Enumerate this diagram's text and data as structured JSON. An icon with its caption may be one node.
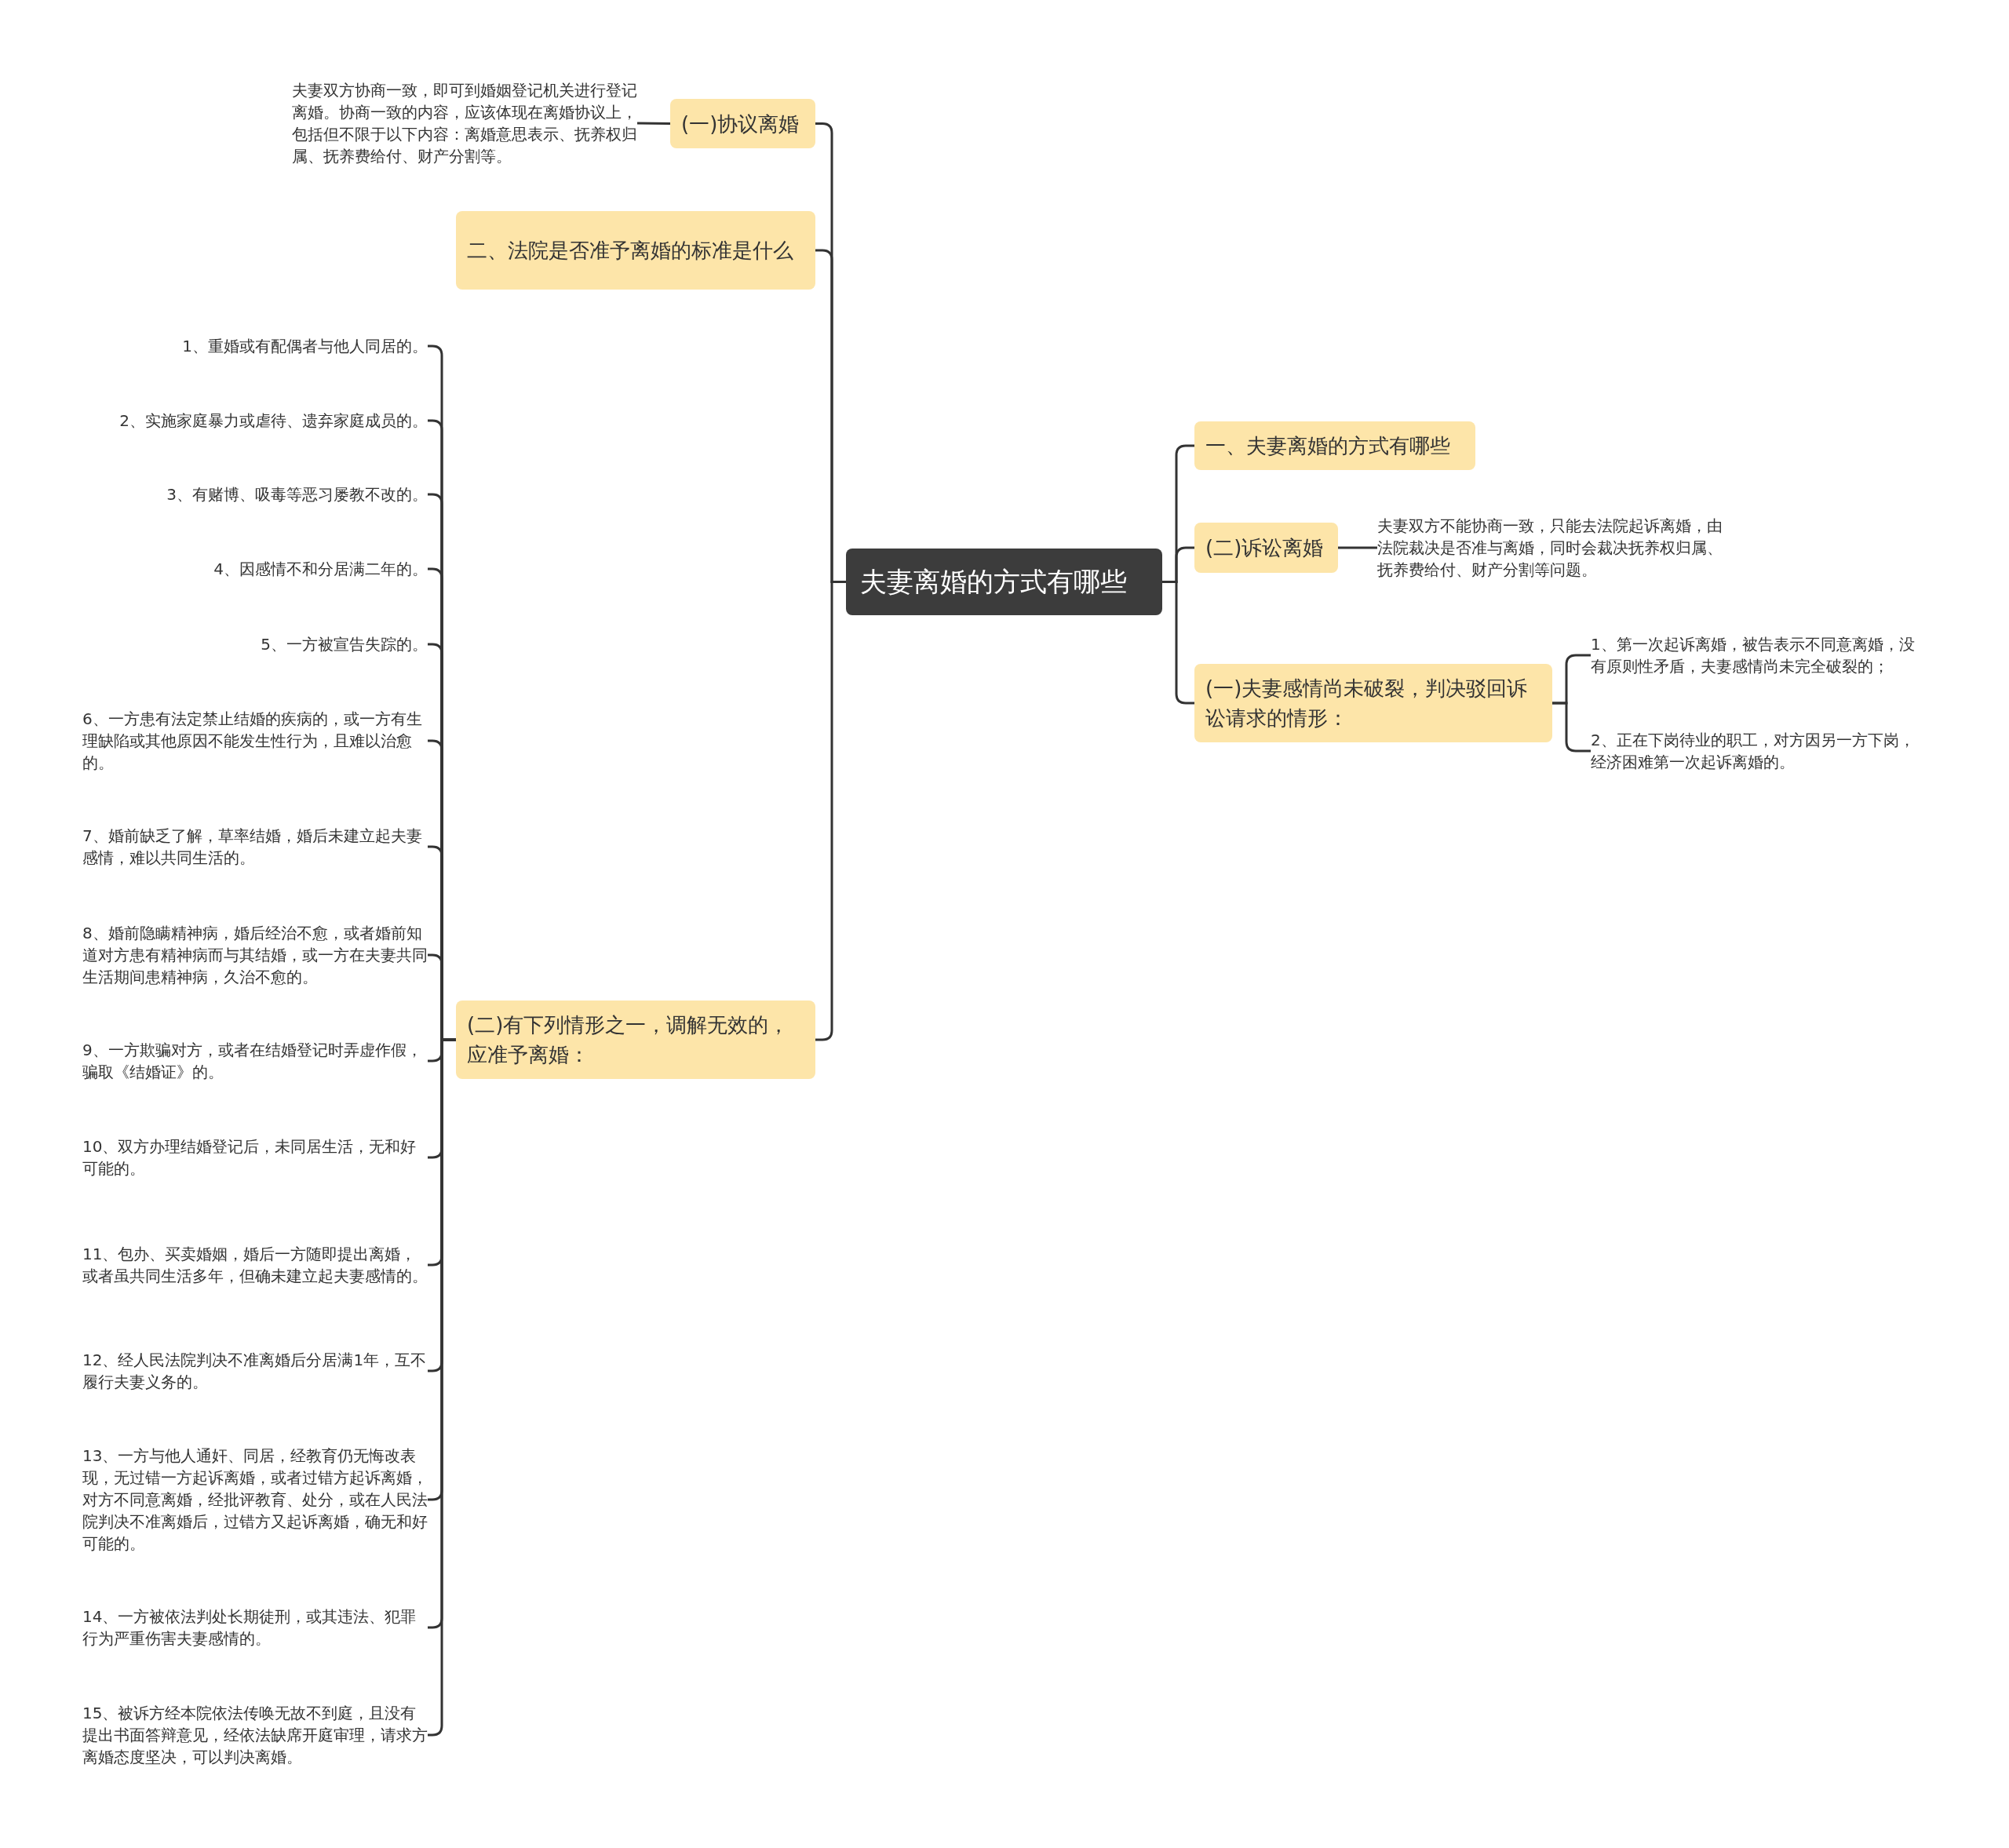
{
  "diagram": {
    "nodes": [
      {
        "text": [
          "夫妻离婚的方式有哪些"
        ]
      },
      {
        "text": [
          "(一)协议离婚"
        ]
      },
      {
        "text": [
          "夫妻双方协商一致，即可到婚姻登记机关进行登记离婚。协商一致的内容，应该体现在离婚协议上，包括但不限于以下内容：离婚意思表示、抚养权归属、抚养费给付、财产分割等。"
        ]
      },
      {
        "text": [
          "二、法院是否准予离婚的标准是什么"
        ]
      },
      {
        "text": [
          "(二)有下列情形之一，调解无效的，应准予离婚："
        ]
      },
      {
        "text": [
          "1、重婚或有配偶者与他人同居的。"
        ]
      },
      {
        "text": [
          "2、实施家庭暴力或虐待、遗弃家庭成员的。"
        ]
      },
      {
        "text": [
          "3、有赌博、吸毒等恶习屡教不改的。"
        ]
      },
      {
        "text": [
          "4、因感情不和分居满二年的。"
        ]
      },
      {
        "text": [
          "5、一方被宣告失踪的。"
        ]
      },
      {
        "text": [
          "6、一方患有法定禁止结婚的疾病的，或一方有生理缺陷或其他原因不能发生性行为，且难以治愈的。"
        ]
      },
      {
        "text": [
          "7、婚前缺乏了解，草率结婚，婚后未建立起夫妻感情，难以共同生活的。"
        ]
      },
      {
        "text": [
          "8、婚前隐瞒精神病，婚后经治不愈，或者婚前知道对方患有精神病而与其结婚，或一方在夫妻共同生活期间患精神病，久治不愈的。"
        ]
      },
      {
        "text": [
          "9、一方欺骗对方，或者在结婚登记时弄虚作假，骗取《结婚证》的。"
        ]
      },
      {
        "text": [
          "10、双方办理结婚登记后，未同居生活，无和好可能的。"
        ]
      },
      {
        "text": [
          "11、包办、买卖婚姻，婚后一方随即提出离婚，或者虽共同生活多年，但确未建立起夫妻感情的。"
        ]
      },
      {
        "text": [
          "12、经人民法院判决不准离婚后分居满1年，互不履行夫妻义务的。"
        ]
      },
      {
        "text": [
          "13、一方与他人通奸、同居，经教育仍无悔改表现，无过错一方起诉离婚，或者过错方起诉离婚，对方不同意离婚，经批评教育、处分，或在人民法院判决不准离婚后，过错方又起诉离婚，确无和好可能的。"
        ]
      },
      {
        "text": [
          "14、一方被依法判处长期徒刑，或其违法、犯罪行为严重伤害夫妻感情的。"
        ]
      },
      {
        "text": [
          "15、被诉方经本院依法传唤无故不到庭，且没有提出书面答辩意见，经依法缺席开庭审理，请求方离婚态度坚决，可以判决离婚。"
        ]
      },
      {
        "text": [
          "一、夫妻离婚的方式有哪些"
        ]
      },
      {
        "text": [
          "(二)诉讼离婚"
        ]
      },
      {
        "text": [
          "夫妻双方不能协商一致，只能去法院起诉离婚，由法院裁决是否准与离婚，同时会裁决抚养权归属、抚养费给付、财产分割等问题。"
        ]
      },
      {
        "text": [
          "(一)夫妻感情尚未破裂，判决驳回诉讼请求的情形："
        ]
      },
      {
        "text": [
          "1、第一次起诉离婚，被告表示不同意离婚，没有原则性矛盾，夫妻感情尚未完全破裂的；"
        ]
      },
      {
        "text": [
          "2、正在下岗待业的职工，对方因另一方下岗，经济困难第一次起诉离婚的。"
        ]
      }
    ],
    "edges": [
      {
        "from": 0,
        "to": 1,
        "arrow": "none"
      },
      {
        "from": 1,
        "to": 2,
        "arrow": "none"
      },
      {
        "from": 0,
        "to": 3,
        "arrow": "none"
      },
      {
        "from": 0,
        "to": 4,
        "arrow": "none"
      },
      {
        "from": 4,
        "to": 5,
        "arrow": "none"
      },
      {
        "from": 4,
        "to": 6,
        "arrow": "none"
      },
      {
        "from": 4,
        "to": 7,
        "arrow": "none"
      },
      {
        "from": 4,
        "to": 8,
        "arrow": "none"
      },
      {
        "from": 4,
        "to": 9,
        "arrow": "none"
      },
      {
        "from": 4,
        "to": 10,
        "arrow": "none"
      },
      {
        "from": 4,
        "to": 11,
        "arrow": "none"
      },
      {
        "from": 4,
        "to": 12,
        "arrow": "none"
      },
      {
        "from": 4,
        "to": 13,
        "arrow": "none"
      },
      {
        "from": 4,
        "to": 14,
        "arrow": "none"
      },
      {
        "from": 4,
        "to": 15,
        "arrow": "none"
      },
      {
        "from": 4,
        "to": 16,
        "arrow": "none"
      },
      {
        "from": 4,
        "to": 17,
        "arrow": "none"
      },
      {
        "from": 4,
        "to": 18,
        "arrow": "none"
      },
      {
        "from": 4,
        "to": 19,
        "arrow": "none"
      },
      {
        "from": 0,
        "to": 20,
        "arrow": "none"
      },
      {
        "from": 0,
        "to": 21,
        "arrow": "none"
      },
      {
        "from": 21,
        "to": 22,
        "arrow": "none"
      },
      {
        "from": 0,
        "to": 23,
        "arrow": "none"
      },
      {
        "from": 23,
        "to": 24,
        "arrow": "none"
      },
      {
        "from": 23,
        "to": 25,
        "arrow": "none"
      }
    ]
  }
}
